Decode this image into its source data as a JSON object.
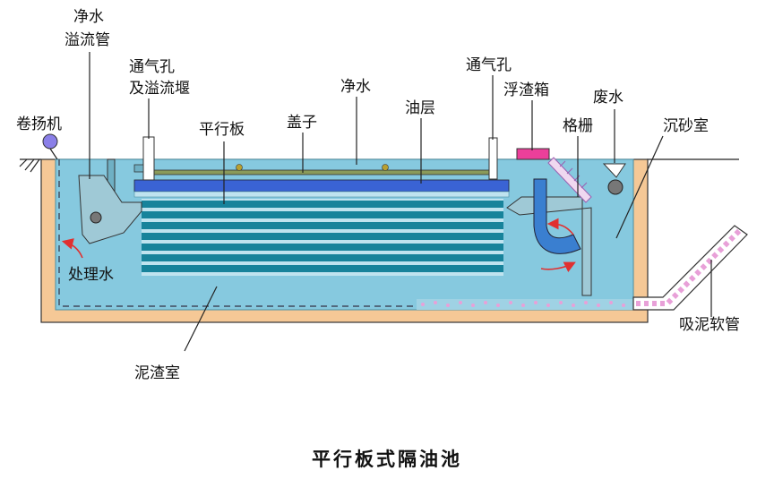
{
  "caption": "平行板式隔油池",
  "labels": {
    "clean_water_overflow_pipe_line1": "净水",
    "clean_water_overflow_pipe_line2": "溢流管",
    "vent_overflow_weir_line1": "通气孔",
    "vent_overflow_weir_line2": "及溢流堰",
    "winch": "卷扬机",
    "parallel_plates": "平行板",
    "cover": "盖子",
    "clean_water": "净水",
    "oil_layer": "油层",
    "vent_hole": "通气孔",
    "scum_box": "浮渣箱",
    "waste_water": "废水",
    "grille": "格栅",
    "grit_chamber": "沉砂室",
    "treated_water": "处理水",
    "sludge_chamber": "泥渣室",
    "sludge_suction_hose": "吸泥软管"
  },
  "colors": {
    "water": "#86c9df",
    "plate_dark": "#17839b",
    "plate_light": "#bfe3ef",
    "oil_layer": "#3a63d4",
    "tank_wall": "#f5c896",
    "flow_arrow": "#e03030",
    "pipe": "#6fb0c4",
    "scum_box": "#ec3f9a",
    "winch": "#8a7fe8"
  }
}
